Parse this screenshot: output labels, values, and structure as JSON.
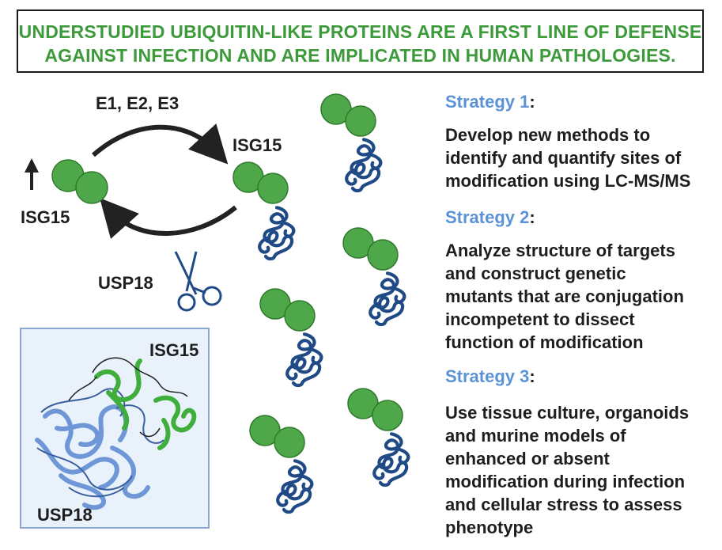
{
  "title": {
    "line1": "UNDERSTUDIED UBIQUITIN-LIKE PROTEINS ARE A FIRST LINE OF DEFENSE",
    "line2": "AGAINST INFECTION AND ARE IMPLICATED IN HUMAN PATHOLOGIES."
  },
  "cycle": {
    "enzymes_label": "E1, E2, E3",
    "free_label": "ISG15",
    "conjugated_label": "ISG15",
    "protease_label": "USP18"
  },
  "structure": {
    "isg15_label": "ISG15",
    "usp18_label": "USP18"
  },
  "strategies": [
    {
      "name": "Strategy 1",
      "colon": ":",
      "lines": [
        "Develop new methods to",
        "identify and quantify sites of",
        "modification using LC-MS/MS"
      ]
    },
    {
      "name": "Strategy 2",
      "colon": ":",
      "lines": [
        "Analyze structure of targets",
        "and construct genetic",
        "mutants that are  conjugation",
        "incompetent to dissect",
        "function of modification"
      ]
    },
    {
      "name": "Strategy 3",
      "colon": ":",
      "lines": [
        "Use tissue culture, organoids",
        "and murine models of",
        "enhanced or absent",
        "modification during infection",
        "and cellular stress to assess",
        "phenotype"
      ]
    }
  ],
  "colors": {
    "title_green": "#3c9a3a",
    "ubl_green": "#4ea84a",
    "ubl_outline": "#2f7a2d",
    "target_blue": "#1f4a86",
    "strategy_blue": "#5b93d6",
    "box_fill": "#e9f1fb",
    "box_border": "#8aa7cf",
    "usp18_blue": "#6f97d8",
    "isg15_green": "#3fae3c"
  },
  "icons": {
    "up_arrow": "up-arrow-icon",
    "scissors": "scissors-icon",
    "conjugate": "isg15-conjugated-protein-icon"
  }
}
